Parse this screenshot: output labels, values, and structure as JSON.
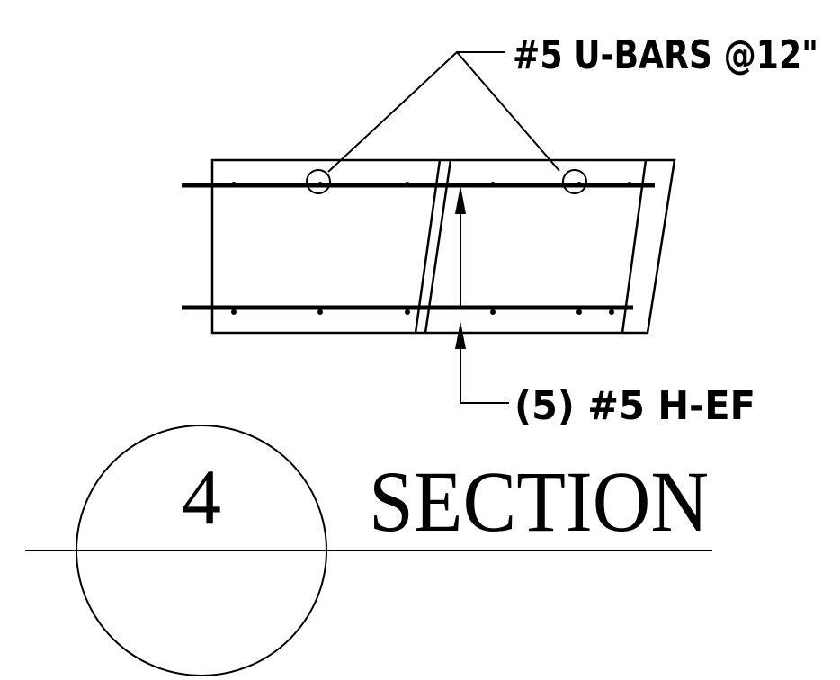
{
  "drawing": {
    "callout_top": "#5 U-BARS @12\"",
    "callout_bottom": "(5) #5 H-EF",
    "section_number": "4",
    "section_title": "SECTION"
  },
  "colors": {
    "ink": "#000000",
    "paper": "#ffffff"
  }
}
